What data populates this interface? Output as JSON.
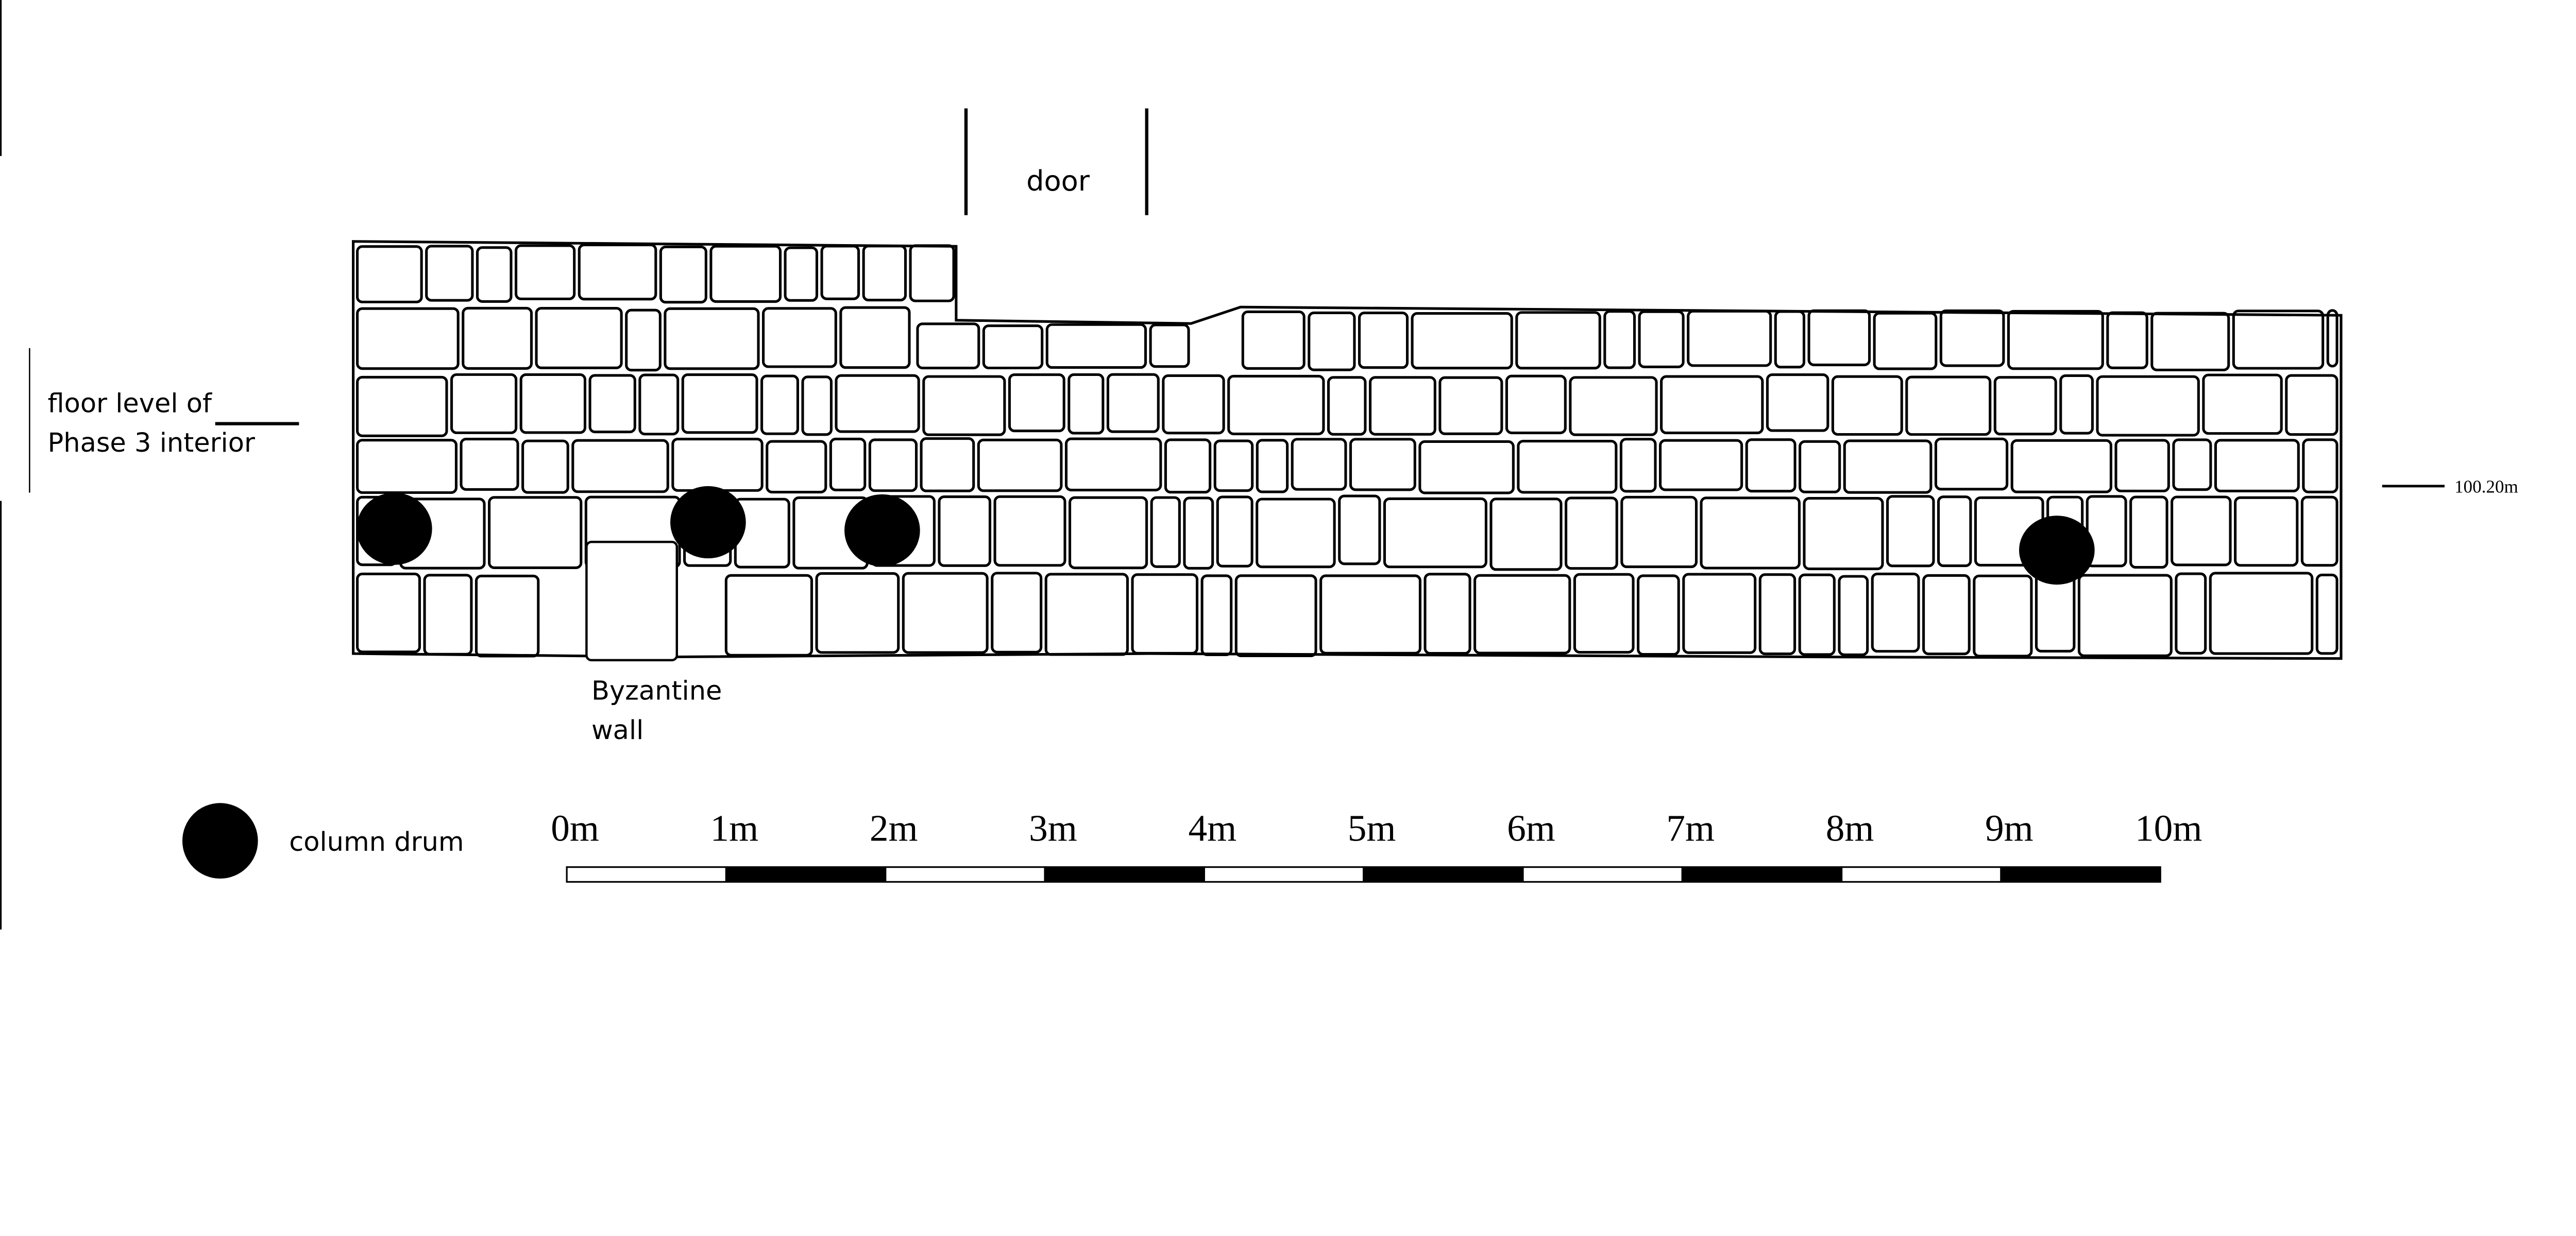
{
  "labels": {
    "door": "door",
    "floor_level_line1": "floor level of",
    "floor_level_line2": "Phase 3 interior",
    "elevation": "100.20m",
    "byzantine_line1": "Byzantine",
    "byzantine_line2": "wall"
  },
  "legend": {
    "column_drum": "column drum"
  },
  "scale_bar": {
    "ticks": [
      "0m",
      "1m",
      "2m",
      "3m",
      "4m",
      "5m",
      "6m",
      "7m",
      "8m",
      "9m",
      "10m"
    ],
    "unit": "m",
    "segments": 10
  },
  "colors": {
    "ink": "#000000",
    "paper": "#ffffff"
  }
}
